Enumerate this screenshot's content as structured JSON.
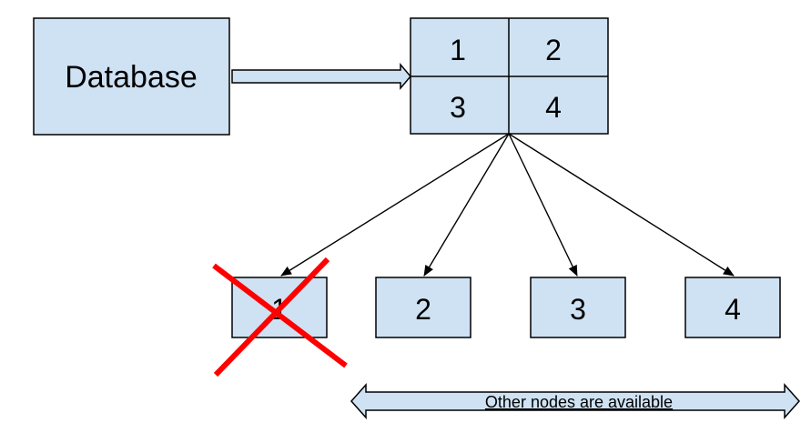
{
  "database": {
    "label": "Database"
  },
  "partition_grid": {
    "cells": [
      "1",
      "2",
      "3",
      "4"
    ]
  },
  "nodes": [
    {
      "label": "1",
      "failed": true
    },
    {
      "label": "2",
      "failed": false
    },
    {
      "label": "3",
      "failed": false
    },
    {
      "label": "4",
      "failed": false
    }
  ],
  "note": {
    "label": "Other nodes are available"
  },
  "colors": {
    "box_fill": "#cfe2f3",
    "stroke": "#000000",
    "failure_cross": "#ff0000"
  }
}
